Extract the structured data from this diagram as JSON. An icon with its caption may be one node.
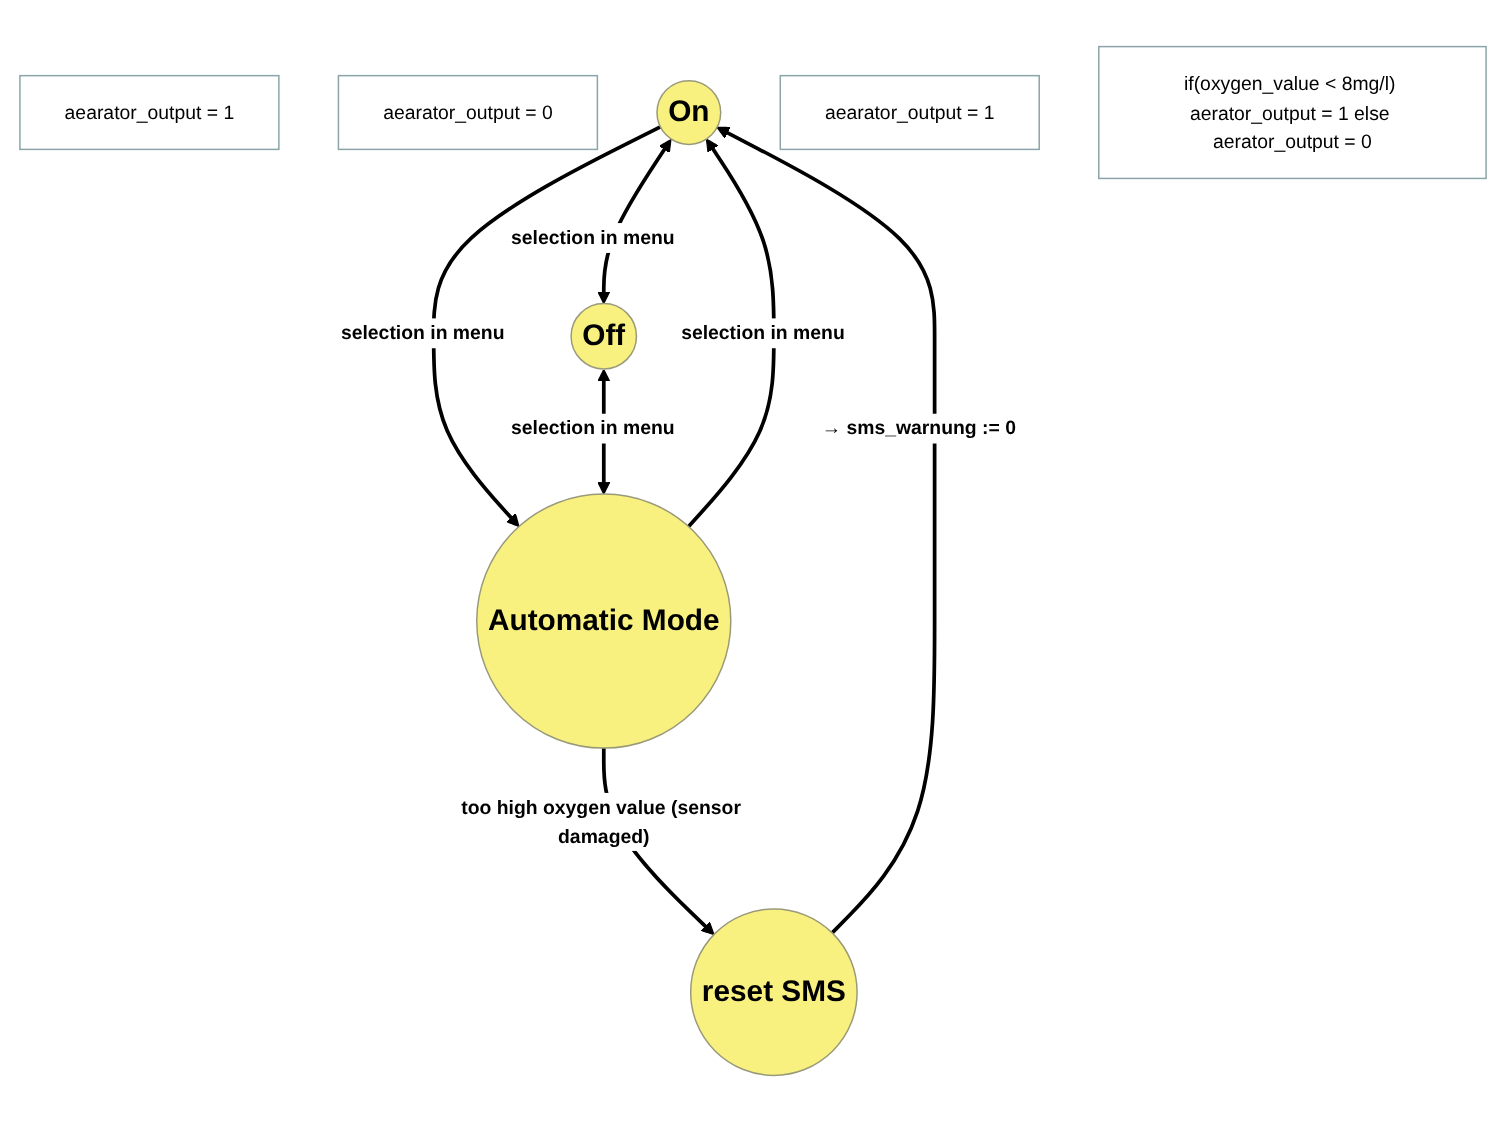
{
  "diagram": {
    "nodes": [
      {
        "text": [
          "aearator_output = 1"
        ]
      },
      {
        "text": [
          "aearator_output = 0"
        ]
      },
      {
        "text": [
          "On"
        ]
      },
      {
        "text": [
          "Off"
        ]
      },
      {
        "text": [
          "reset SMS"
        ]
      },
      {
        "text": [
          "Automatic Mode"
        ]
      },
      {
        "text": [
          "aearator_output = 1"
        ]
      },
      {
        "text": [
          "if(oxygen_value < 8mg/l) aerator_output = 1 else aerator_output = 0"
        ]
      }
    ],
    "edges": [
      {
        "from": 2,
        "to": 3,
        "arrow": "both",
        "label": "selection in menu"
      },
      {
        "from": 2,
        "to": 5,
        "arrow": "to",
        "label": "selection in menu"
      },
      {
        "from": 5,
        "to": 2,
        "arrow": "to",
        "label": "selection in menu"
      },
      {
        "from": 3,
        "to": 5,
        "arrow": "both",
        "label": "selection in menu"
      },
      {
        "from": 5,
        "to": 4,
        "arrow": "to",
        "label": "too high oxygen value (sensor damaged)"
      },
      {
        "from": 4,
        "to": 2,
        "arrow": "to",
        "label": "→ sms_warnung := 0"
      }
    ]
  }
}
